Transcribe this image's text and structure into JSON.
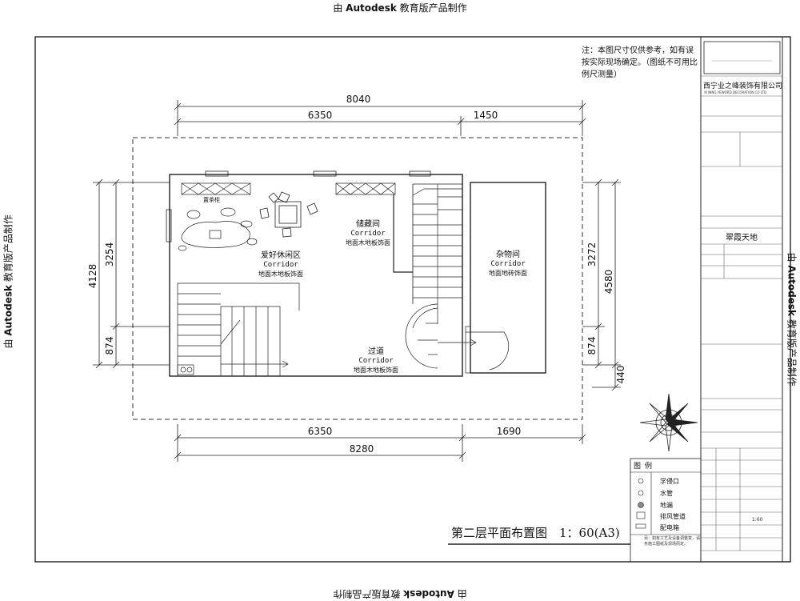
{
  "watermark": {
    "prefix": "由",
    "brand": "Autodesk",
    "suffix": "教育版产品制作"
  },
  "note": "注：本图尺寸仅供参考，如有误按实际现场确定。（图纸不可用比例尺测量）",
  "dimensions": {
    "top_total": "8040",
    "top_left": "6350",
    "top_right": "1450",
    "bottom_left": "6350",
    "bottom_right": "1690",
    "bottom_total": "8280",
    "left_outer": "4128",
    "left_upper": "3254",
    "left_lower": "874",
    "right_upper": "3272",
    "right_outer": "4580",
    "right_lower": "874",
    "right_bottom": "440"
  },
  "rooms": {
    "hobby": {
      "cn": "爱好休闲区",
      "en": "Corridor",
      "floor": "地面木地板饰面"
    },
    "storage": {
      "cn": "储藏间",
      "en": "Corridor",
      "floor": "地面木地板饰面"
    },
    "utility": {
      "cn": "杂物间",
      "en": "Corridor",
      "floor": "地面地砖饰面"
    },
    "corridor": {
      "cn": "过道",
      "en": "Corridor",
      "floor": "地面木地板饰面"
    },
    "tea": {
      "cn": "置茶柜"
    }
  },
  "drawing_title": "第二层平面布置图　1：60(A3)",
  "legend": {
    "title": "图例",
    "items": [
      "学侵口",
      "水管",
      "地漏",
      "排风管道",
      "配电箱"
    ],
    "note": "另：如有工艺及设备调整变，请务施工图纸及现场而定。"
  },
  "title_block": {
    "company": "西宁业之峰装饰有限公司",
    "company_en": "XI NING YEWORD DECORATION CO LTD",
    "project": "翠霞天地",
    "scale": "1:60"
  }
}
